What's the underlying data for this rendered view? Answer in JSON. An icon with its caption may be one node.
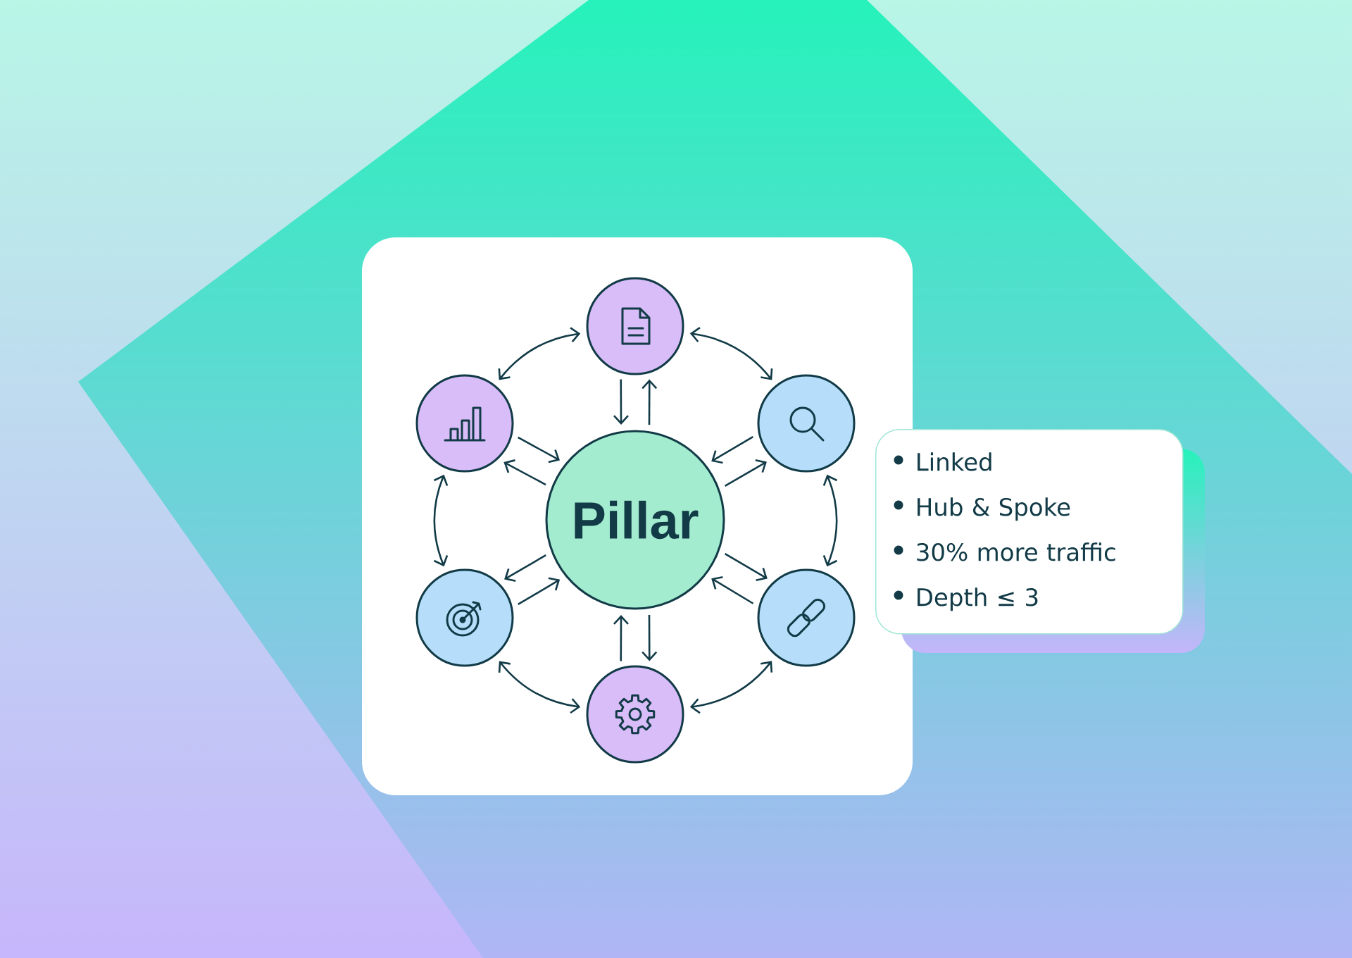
{
  "diagram": {
    "nodes": [
      {
        "text": [
          "Pillar"
        ]
      },
      {
        "text": [],
        "shape": "circle"
      },
      {
        "text": [],
        "shape": "circle"
      },
      {
        "text": [],
        "shape": "circle"
      },
      {
        "text": [],
        "shape": "circle"
      },
      {
        "text": [],
        "shape": "circle"
      },
      {
        "text": [],
        "shape": "circle"
      },
      {
        "text": [
          "Linked",
          "Hub & Spoke",
          "30% more traffic",
          "Depth ≤ 3"
        ]
      }
    ],
    "edges": [
      {
        "from": 1,
        "to": 2,
        "arrow": "both"
      },
      {
        "from": 2,
        "to": 3,
        "arrow": "both"
      },
      {
        "from": 3,
        "to": 4,
        "arrow": "both"
      },
      {
        "from": 4,
        "to": 5,
        "arrow": "both"
      },
      {
        "from": 5,
        "to": 6,
        "arrow": "both"
      },
      {
        "from": 6,
        "to": 1,
        "arrow": "both"
      },
      {
        "from": 1,
        "to": 0,
        "arrow": "to"
      },
      {
        "from": 0,
        "to": 1,
        "arrow": "to"
      },
      {
        "from": 2,
        "to": 0,
        "arrow": "to"
      },
      {
        "from": 0,
        "to": 2,
        "arrow": "to"
      },
      {
        "from": 3,
        "to": 0,
        "arrow": "to"
      },
      {
        "from": 0,
        "to": 3,
        "arrow": "to"
      },
      {
        "from": 4,
        "to": 0,
        "arrow": "to"
      },
      {
        "from": 0,
        "to": 4,
        "arrow": "to"
      },
      {
        "from": 5,
        "to": 0,
        "arrow": "to"
      },
      {
        "from": 0,
        "to": 5,
        "arrow": "to"
      },
      {
        "from": 6,
        "to": 0,
        "arrow": "to"
      },
      {
        "from": 0,
        "to": 6,
        "arrow": "to"
      }
    ]
  }
}
